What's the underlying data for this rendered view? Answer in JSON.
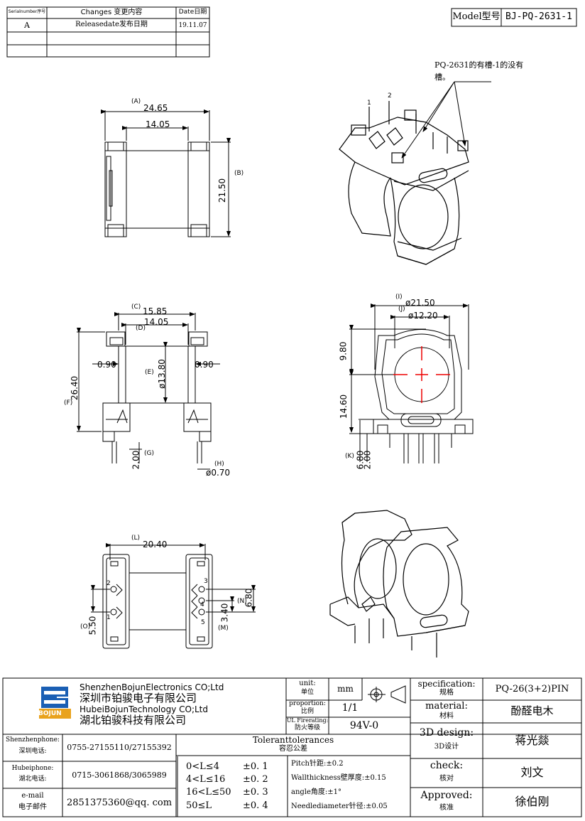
{
  "revision_table": {
    "headers": [
      "Serialnumber序号",
      "Changes 变更内容",
      "Date日期"
    ],
    "rows": [
      [
        "A",
        "Releasedate发布日期",
        "19.11.07"
      ],
      [
        "",
        "",
        ""
      ],
      [
        "",
        "",
        ""
      ]
    ]
  },
  "model": {
    "label": "Model型号",
    "value": "BJ-PQ-2631-1"
  },
  "note": {
    "line1": "PQ-2631的有槽-1的没有",
    "line2": "槽。"
  },
  "pins": {
    "p1": "1",
    "p2": "2",
    "p3": "3",
    "p4": "4",
    "p5": "5"
  },
  "dims": {
    "a_tag": "(A)",
    "a": "24.65",
    "a_inner": "14.05",
    "b_tag": "(B)",
    "b": "21.50",
    "c_tag": "(C)",
    "c": "15.85",
    "c_inner": "14.05",
    "d_tag": "(D)",
    "e_tag": "(E)",
    "e": "ø13.80",
    "f_tag": "(F)",
    "f": "26.40",
    "wall_l": "0.90",
    "wall_r": "0.90",
    "g_tag": "(G)",
    "g": "2.00",
    "h_tag": "(H)",
    "h": "ø0.70",
    "i_tag": "(I)",
    "i": "ø21.50",
    "j_tag": "(J)",
    "j": "ø12.20",
    "top_h": "9.80",
    "bot_h": "14.60",
    "k_tag": "(K)",
    "k1": "6.80",
    "k2": "2.00",
    "l_tag": "(L)",
    "l": "20.40",
    "o_tag": "(O)",
    "o": "5.50",
    "n_tag": "(N)",
    "n": "6.80",
    "m_tag": "(M)",
    "m": "3.40"
  },
  "company": {
    "en1": "ShenzhenBojunElectronics CO;Ltd",
    "cn1": "深圳市铂骏电子有限公司",
    "en2": "HubeiBojunTechnology CO;Ltd",
    "cn2": "湖北铂骏科技有限公司",
    "logo_text": "BOJUN"
  },
  "title_block": {
    "unit_label": "unit:",
    "unit_label_cn": "单位",
    "unit_value": "mm",
    "proportion_label": "proportion:",
    "proportion_label_cn": "比例",
    "proportion_value": "1/1",
    "ul_label": "UL Firerating:",
    "ul_label_cn": "防火等级",
    "ul_value": "94V-0",
    "spec_label": "specification:",
    "spec_label_cn": "规格",
    "spec_value": "PQ-26(3+2)PIN",
    "material_label": "material:",
    "material_label_cn": "材料",
    "material_value": "酚醛电木",
    "design_label": "3D design:",
    "design_label_cn": "3D设计",
    "design_value": "蒋光燚",
    "check_label": "check:",
    "check_label_cn": "核对",
    "check_value": "刘文",
    "approved_label": "Approved:",
    "approved_label_cn": "核准",
    "approved_value": "徐伯刚"
  },
  "contacts": {
    "sz_label": "Shenzhenphone:",
    "sz_label_cn": "深圳电话:",
    "sz_value": "0755-27155110/27155392",
    "hb_label": "Hubeiphone:",
    "hb_label_cn": "湖北电话:",
    "hb_value": "0715-3061868/3065989",
    "mail_label": "e-mail",
    "mail_label_cn": "电子邮件",
    "mail_value": "2851375360@qq. com"
  },
  "tolerances": {
    "title": "Toleranttolerances",
    "title_cn": "容忍公差",
    "rows": [
      {
        "range": "0<L≤4",
        "tol": "±0. 1"
      },
      {
        "range": "4<L≤16",
        "tol": "±0. 2"
      },
      {
        "range": "16<L≤50",
        "tol": "±0. 3"
      },
      {
        "range": "50≤L",
        "tol": "±0. 4"
      }
    ],
    "pitch": "Pitch针距:±0.2",
    "wall": "Wallthickness壁厚度:±0.15",
    "angle": "angle角度:±1°",
    "needle": "Needlediameter针径:±0.05"
  }
}
